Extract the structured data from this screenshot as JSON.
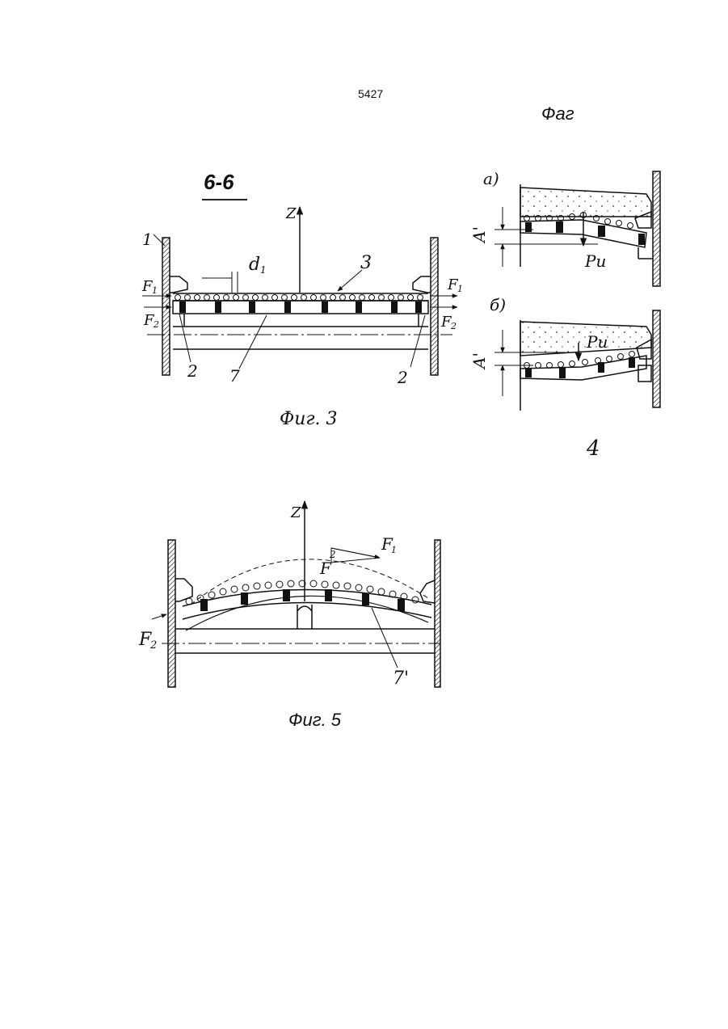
{
  "page_number": "5427",
  "section_label": "6-6",
  "captions": {
    "fig3": "Фиг. 3",
    "fig4_title": "Фаг",
    "fig4_num": "4",
    "fig5": "Фиг. 5"
  },
  "fig3_labels": {
    "z": "Z",
    "d": "d",
    "d_sub": "1",
    "n3": "3",
    "n1": "1",
    "f1_left": "F",
    "f1_left_sub": "1",
    "f1_right": "F",
    "f1_right_sub": "1",
    "f2_left": "F",
    "f2_left_sub": "2",
    "f2_right": "F",
    "f2_right_sub": "2",
    "n2_left": "2",
    "n7": "7",
    "n2_right": "2"
  },
  "fig4_labels": {
    "a": "а)",
    "b": "б)",
    "A_top": "A'",
    "A_bottom": "A'",
    "Pu_top": "Pu",
    "Pu_bottom": "Pu"
  },
  "fig5_labels": {
    "z": "Z",
    "f1": "F",
    "f1_sub": "1",
    "f2": "F",
    "f2_sup": "2",
    "f2_left": "F",
    "f2_left_sub": "2",
    "n7": "7'"
  }
}
